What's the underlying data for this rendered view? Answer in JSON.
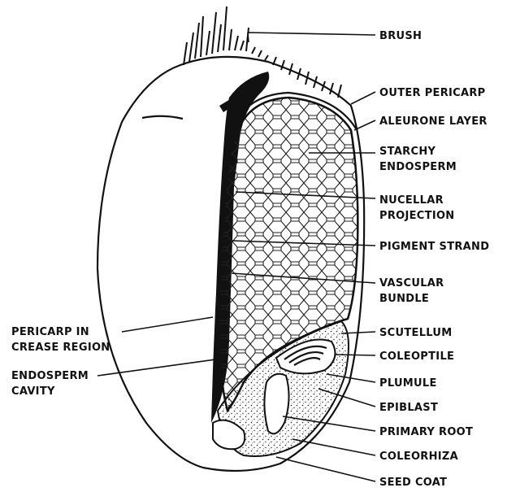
{
  "labels": {
    "brush": "BRUSH",
    "outer_pericarp": "OUTER PERICARP",
    "aleurone_layer": "ALEURONE LAYER",
    "starchy_endosperm": [
      "STARCHY",
      "ENDOSPERM"
    ],
    "nucellar_projection": [
      "NUCELLAR",
      "PROJECTION"
    ],
    "pigment_strand": "PIGMENT STRAND",
    "vascular_bundle": [
      "VASCULAR",
      "BUNDLE"
    ],
    "scutellum": "SCUTELLUM",
    "coleoptile": "COLEOPTILE",
    "plumule": "PLUMULE",
    "epiblast": "EPIBLAST",
    "primary_root": "PRIMARY ROOT",
    "coleorhiza": "COLEORHIZA",
    "seed_coat": "SEED COAT",
    "pericarp_crease": [
      "PERICARP IN",
      "CREASE REGION"
    ],
    "endosperm_cavity": [
      "ENDOSPERM",
      "CAVITY"
    ]
  }
}
